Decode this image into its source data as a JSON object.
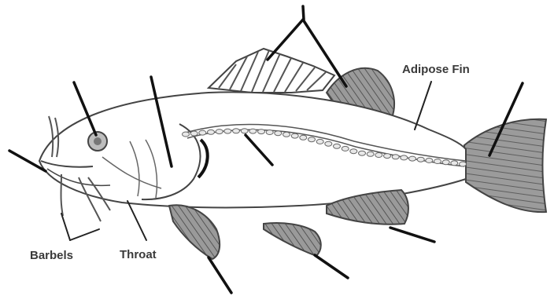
{
  "labels": {
    "adipose_fin": "Adipose Fin",
    "barbels": "Barbels",
    "throat": "Throat"
  },
  "colors": {
    "outline": "#444444",
    "fin_shade": "#8c8c8c",
    "leader": "#111111",
    "label_text": "#3a3a3a"
  }
}
